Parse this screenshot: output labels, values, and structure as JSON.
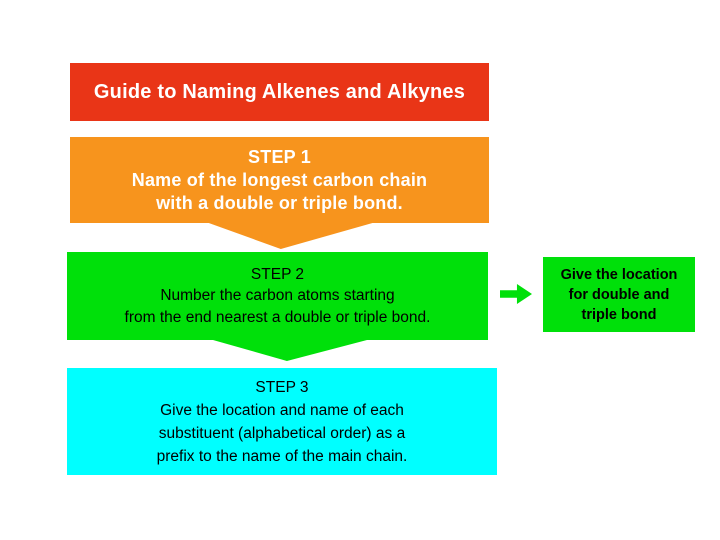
{
  "slide": {
    "title_banner": {
      "text": "Guide to Naming Alkenes and Alkynes"
    },
    "step1": {
      "heading": "STEP 1",
      "lines": [
        "Name of the longest carbon chain",
        "with a double or triple bond."
      ]
    },
    "step2": {
      "heading": "STEP 2",
      "lines": [
        "Number the carbon atoms starting",
        "from the end nearest a double or triple bond."
      ]
    },
    "step3": {
      "heading": "STEP 3",
      "lines": [
        "Give the location and name of each",
        "substituent (alphabetical order) as a",
        "prefix to the name of the main chain."
      ]
    },
    "side_note": {
      "lines": [
        "Give the location",
        "for double and",
        "triple bond"
      ]
    },
    "icons": {
      "down_arrow_after_step1": "triangle-down",
      "down_arrow_after_step2": "triangle-down",
      "right_arrow_to_side_note": "arrow-right"
    },
    "colors": {
      "title_bg": "#e93517",
      "step1_bg": "#f7941d",
      "step2_bg": "#00e00a",
      "step3_bg": "#00ffff",
      "side_note_bg": "#00e00a",
      "light_text": "#ffffff",
      "dark_text": "#000000"
    }
  }
}
